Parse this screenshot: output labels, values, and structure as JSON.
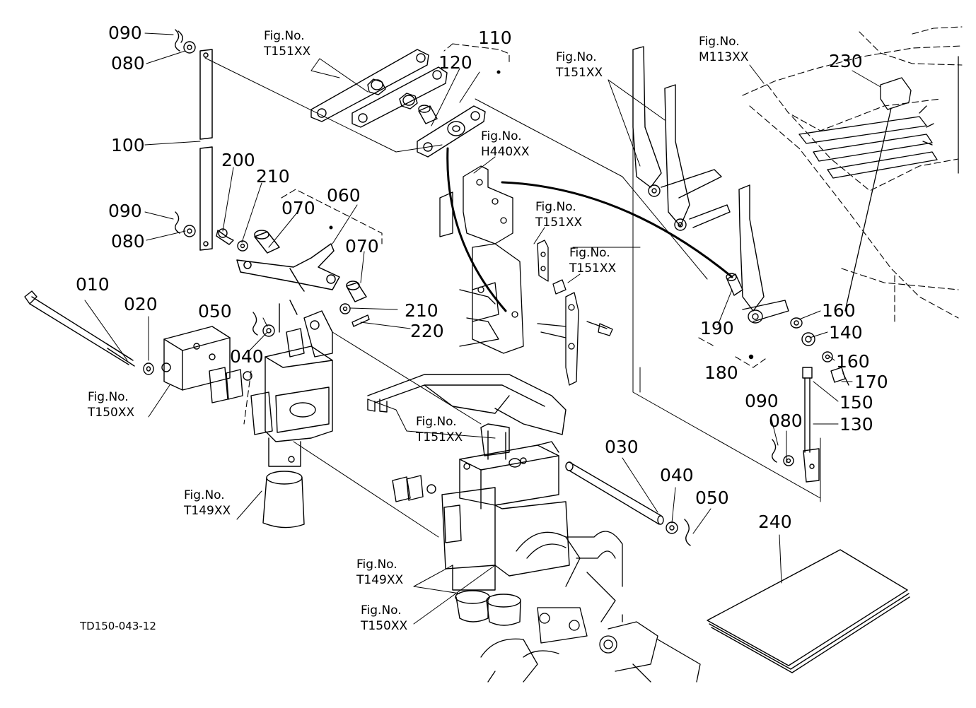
{
  "diagram": {
    "drawing_code": "TD150-043-12",
    "fig_prefix": "Fig.No.",
    "part_numbers": {
      "p010": "010",
      "p020": "020",
      "p030": "030",
      "p040a": "040",
      "p040b": "040",
      "p050a": "050",
      "p050b": "050",
      "p060": "060",
      "p070a": "070",
      "p070b": "070",
      "p080a": "080",
      "p080b": "080",
      "p080c": "080",
      "p090a": "090",
      "p090b": "090",
      "p090c": "090",
      "p100": "100",
      "p110": "110",
      "p120": "120",
      "p130": "130",
      "p140": "140",
      "p150": "150",
      "p160a": "160",
      "p160b": "160",
      "p170": "170",
      "p180": "180",
      "p190": "190",
      "p200": "200",
      "p210a": "210",
      "p210b": "210",
      "p220": "220",
      "p230": "230",
      "p240": "240"
    },
    "figure_refs": {
      "t151_top": "T151XX",
      "t151_lever": "T151XX",
      "m113": "M113XX",
      "h440": "H440XX",
      "t151_plate1": "T151XX",
      "t151_plate2": "T151XX",
      "t150_left": "T150XX",
      "t151_mid": "T151XX",
      "t149_left": "T149XX",
      "t149_bottom": "T149XX",
      "t150_bottom": "T150XX"
    }
  }
}
